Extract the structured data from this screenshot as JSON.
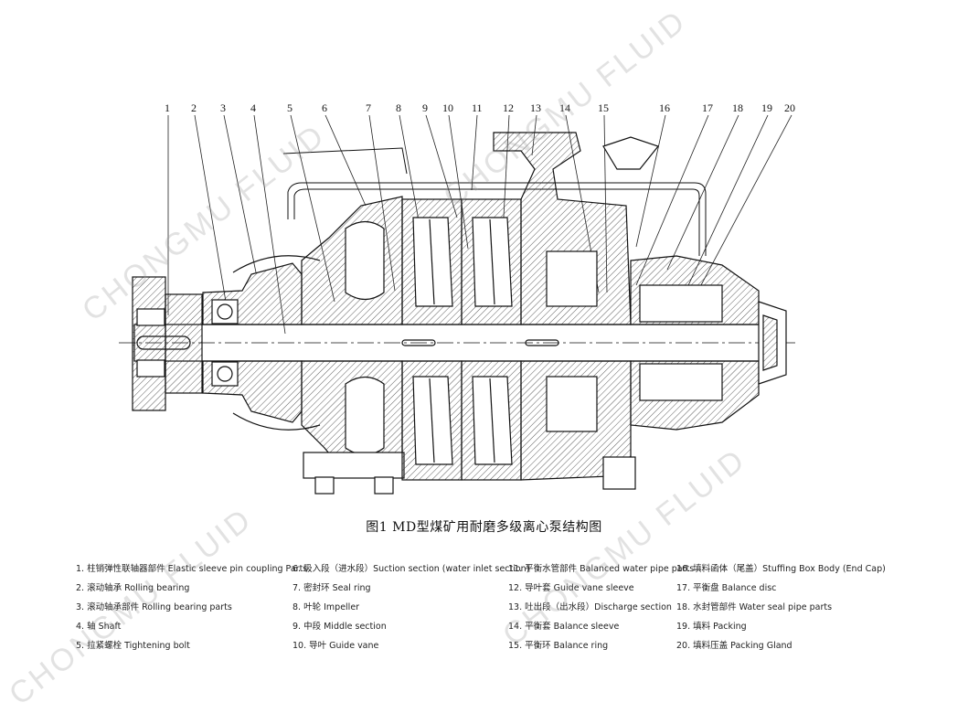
{
  "callouts": [
    "1",
    "2",
    "3",
    "4",
    "5",
    "6",
    "7",
    "8",
    "9",
    "10",
    "11",
    "12",
    "13",
    "14",
    "15",
    "16",
    "17",
    "18",
    "19",
    "20"
  ],
  "caption": "图1   MD型煤矿用耐磨多级离心泵结构图",
  "legend": [
    "1. 柱销弹性联轴器部件 Elastic sleeve pin coupling Parts",
    "2. 滚动轴承  Rolling bearing",
    "3. 滚动轴承部件 Rolling bearing parts",
    "4. 轴 Shaft",
    "5. 拉紧螺栓 Tightening bolt",
    "6. 吸入段（进水段）Suction section (water inlet section)",
    "7. 密封环  Seal ring",
    "8. 叶轮 Impeller",
    "9. 中段 Middle section",
    "10. 导叶 Guide vane",
    "11. 平衡水管部件 Balanced water pipe parts",
    "12. 导叶套 Guide vane sleeve",
    "13. 吐出段（出水段）Discharge section",
    "14. 平衡套 Balance sleeve",
    "15. 平衡环  Balance ring",
    "16. 填料函体（尾盖）Stuffing Box Body (End Cap)",
    "17. 平衡盘 Balance disc",
    "18. 水封管部件 Water seal pipe parts",
    "19. 填料 Packing",
    "20. 填料压盖 Packing Gland"
  ],
  "watermark": "CHONGMU FLUID"
}
